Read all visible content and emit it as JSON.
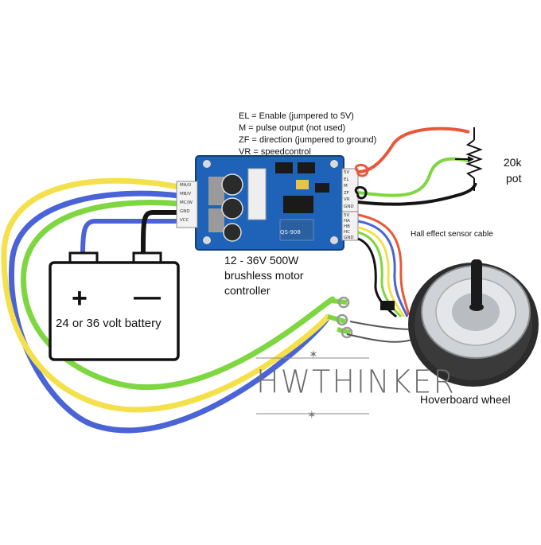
{
  "legend": {
    "el": "EL = Enable (jumpered to 5V)",
    "m": "M = pulse output (not used)",
    "zf": "ZF = direction (jumpered to ground)",
    "vr": "VR = speedcontrol"
  },
  "controller": {
    "title_line1": "12 - 36V 500W",
    "title_line2": "brushless motor",
    "title_line3": "controller",
    "left_pins": [
      "MA/U",
      "MB/V",
      "MC/W",
      "GND",
      "VCC"
    ],
    "right_pins_top": [
      "5V",
      "EL",
      "M",
      "ZF",
      "VR",
      "GND"
    ],
    "right_pins_bottom": [
      "5V",
      "HA",
      "HB",
      "HC",
      "GND"
    ],
    "board_text": "QS-908"
  },
  "battery": {
    "label": "24 or 36 volt battery",
    "plus": "+",
    "minus": "—"
  },
  "pot": {
    "line1": "20k",
    "line2": "pot"
  },
  "hall_label": "Hall effect sensor cable",
  "wheel_label": "Hoverboard wheel",
  "watermark": "HWTHINKER",
  "colors": {
    "yellow": "#f4e04a",
    "blue": "#4a64d8",
    "green": "#7ed641",
    "red": "#e8573a",
    "black": "#141414",
    "board": "#1f63b8"
  }
}
